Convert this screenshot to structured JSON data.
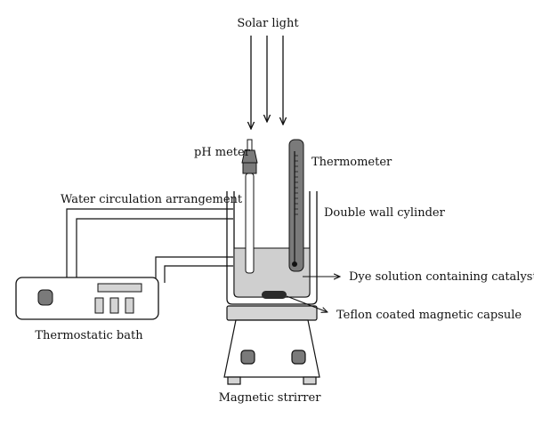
{
  "labels": {
    "solar_light": "Solar light",
    "ph_meter": "pH meter",
    "thermometer": "Thermometer",
    "water_circulation": "Water circulation arrangement",
    "double_wall": "Double wall cylinder",
    "dye_solution": "Dye solution containing catalyst",
    "teflon_capsule": "Teflon coated magnetic capsule",
    "thermostatic_bath": "Thermostatic bath",
    "magnetic_stirrer": "Magnetic strirrer"
  },
  "colors": {
    "stroke": "#111111",
    "solution": "#cfcfcf",
    "metal_dark": "#7a7a7a",
    "capsule": "#2a2a2a",
    "plate": "#d4d4d4"
  }
}
